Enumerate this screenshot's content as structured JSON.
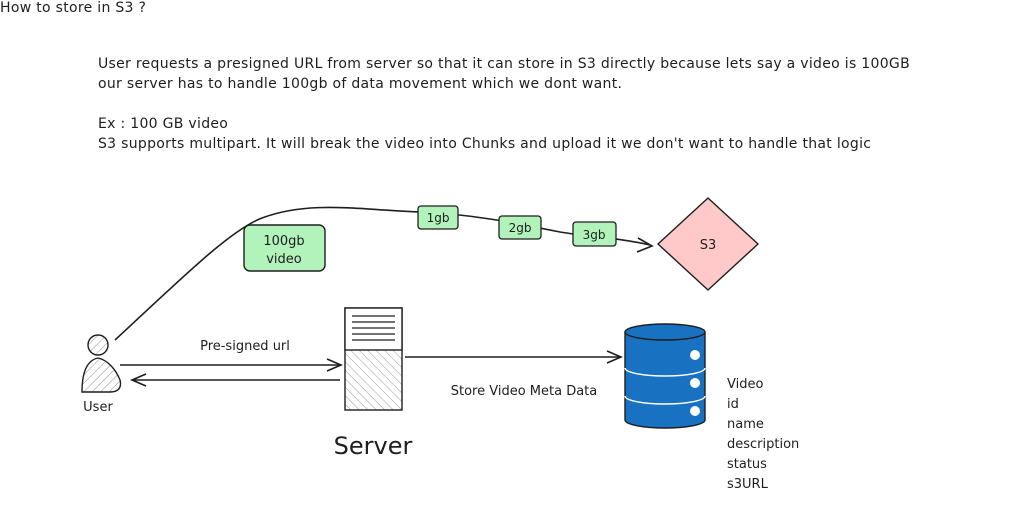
{
  "notes": {
    "title": "How to store in S3 ?",
    "line1": "User requests a presigned URL from server so that it can store in S3 directly because lets say a video is 100GB",
    "line2": "our server has to handle 100gb of data movement which we dont want.",
    "line3": "Ex : 100 GB video",
    "line4": "S3 supports multipart. It will break the video into Chunks and upload it we don't want to handle that logic"
  },
  "diagram": {
    "video_box_line1": "100gb",
    "video_box_line2": "video",
    "chunks": [
      "1gb",
      "2gb",
      "3gb"
    ],
    "s3_label": "S3",
    "user_label": "User",
    "server_label": "Server",
    "presigned_label": "Pre-signed url",
    "metadata_label": "Store Video Meta Data",
    "schema": [
      "Video",
      "id",
      "name",
      "description",
      "status",
      "s3URL"
    ]
  },
  "colors": {
    "chunk_fill": "#b2f2bb",
    "chunk_stroke": "#2f9e44",
    "s3_fill": "#ffc9c9",
    "db_fill": "#1971c2",
    "stroke": "#1e1e1e"
  }
}
